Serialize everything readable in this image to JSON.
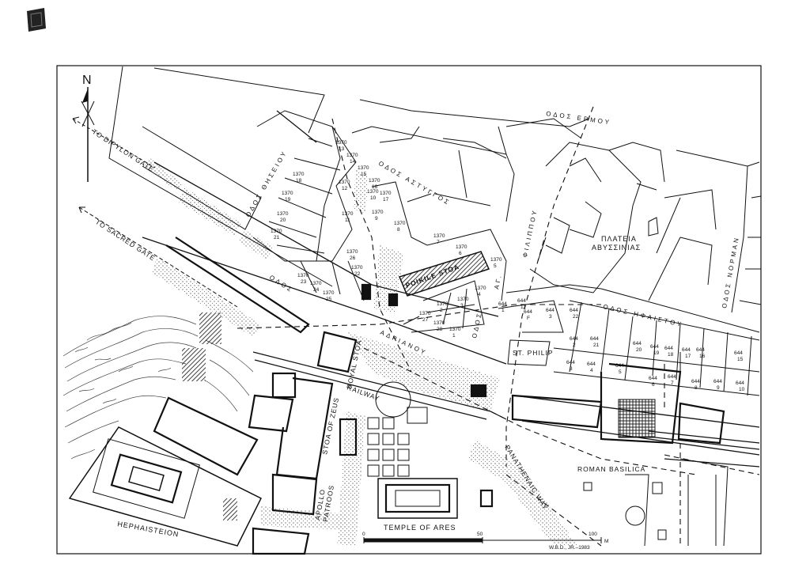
{
  "map": {
    "north_label": "N",
    "directions": {
      "dipylon": "TO DIPYLON GATE",
      "sacred": "TO SACRED GATE"
    },
    "streets": {
      "ermou": "ΟΔΟΣ ΕΡΜΟΥ",
      "thiseiou": "ΟΔΟΣ ΘΗΣΕΙΟΥ",
      "astingos": "ΟΔΟΣ ΑΣΤΥΓΓΟΣ",
      "adrianou_a": "ΟΔΟΣ",
      "adrianou_b": "ΑΔΡΙΑΝΟΥ",
      "ag_philippou_a": "ΦΙΛΙΠΠΟΥ",
      "ag_philippou_b": "ΑΓ.",
      "ag_philippou_c": "ΟΔΟΣ",
      "ifaistou": "ΟΔΟΣ ΗΦΑΙΣΤΟΥ",
      "normann": "ΟΔΟΣ ΝΟΡΜΑΝ"
    },
    "places": {
      "plateia_1": "ΠΛΑΤΕΙΑ",
      "plateia_2": "ΑΒΥΣΣΙΝΙΑΣ",
      "poikile": "POIKILE STOA",
      "royal": "ROYAL STOA",
      "railway": "RAILWAY",
      "stoa_zeus": "STOA OF ZEUS",
      "apollo_1": "APOLLO",
      "apollo_2": "PATROOS",
      "temple_ares": "TEMPLE OF ARES",
      "panathenaic": "PANATHENAIC WAY",
      "roman_basilica": "ROMAN BASILICA",
      "st_philip": "ST. PHILIP",
      "hephaisteion": "HEPHAISTEION"
    },
    "scale": {
      "zero": "0",
      "fifty": "50",
      "hundred": "100",
      "unit": "M"
    },
    "credit": "W.B.D., JR.–1983",
    "blocks": [
      {
        "a": "1370",
        "b": "13"
      },
      {
        "a": "1370",
        "b": "14"
      },
      {
        "a": "1370",
        "b": "15"
      },
      {
        "a": "1370",
        "b": "16"
      },
      {
        "a": "1370",
        "b": "17"
      },
      {
        "a": "1370",
        "b": "18"
      },
      {
        "a": "1370",
        "b": "19"
      },
      {
        "a": "1370",
        "b": "20"
      },
      {
        "a": "1370",
        "b": "21"
      },
      {
        "a": "1370",
        "b": "12"
      },
      {
        "a": "1370",
        "b": "10"
      },
      {
        "a": "1370",
        "b": "9"
      },
      {
        "a": "1370",
        "b": "11"
      },
      {
        "a": "1370",
        "b": "8"
      },
      {
        "a": "1370",
        "b": "7"
      },
      {
        "a": "1370",
        "b": "6"
      },
      {
        "a": "1370",
        "b": "5"
      },
      {
        "a": "1370",
        "b": "26"
      },
      {
        "a": "1370",
        "b": "22"
      },
      {
        "a": "1370",
        "b": "23"
      },
      {
        "a": "1370",
        "b": "24"
      },
      {
        "a": "1370",
        "b": "25"
      },
      {
        "a": "1370",
        "b": "4"
      },
      {
        "a": "1370",
        "b": "3"
      },
      {
        "a": "1370",
        "b": "2"
      },
      {
        "a": "1370",
        "b": "27"
      },
      {
        "a": "1370",
        "b": "28"
      },
      {
        "a": "1370",
        "b": "1"
      },
      {
        "a": "644",
        "b": "1"
      },
      {
        "a": "644",
        "b": "12"
      },
      {
        "a": "644",
        "b": "F"
      },
      {
        "a": "644",
        "b": "3"
      },
      {
        "a": "644",
        "b": "22"
      },
      {
        "a": "644",
        "b": "2"
      },
      {
        "a": "644",
        "b": "21"
      },
      {
        "a": "644",
        "b": "20"
      },
      {
        "a": "644",
        "b": "19"
      },
      {
        "a": "644",
        "b": "18"
      },
      {
        "a": "644",
        "b": "17"
      },
      {
        "a": "644",
        "b": "16"
      },
      {
        "a": "644",
        "b": "15"
      },
      {
        "a": "644",
        "b": "3"
      },
      {
        "a": "644",
        "b": "4"
      },
      {
        "a": "644",
        "b": "5"
      },
      {
        "a": "644",
        "b": "6"
      },
      {
        "a": "644",
        "b": "7"
      },
      {
        "a": "644",
        "b": "8"
      },
      {
        "a": "644",
        "b": "9"
      },
      {
        "a": "644",
        "b": "10"
      }
    ]
  }
}
